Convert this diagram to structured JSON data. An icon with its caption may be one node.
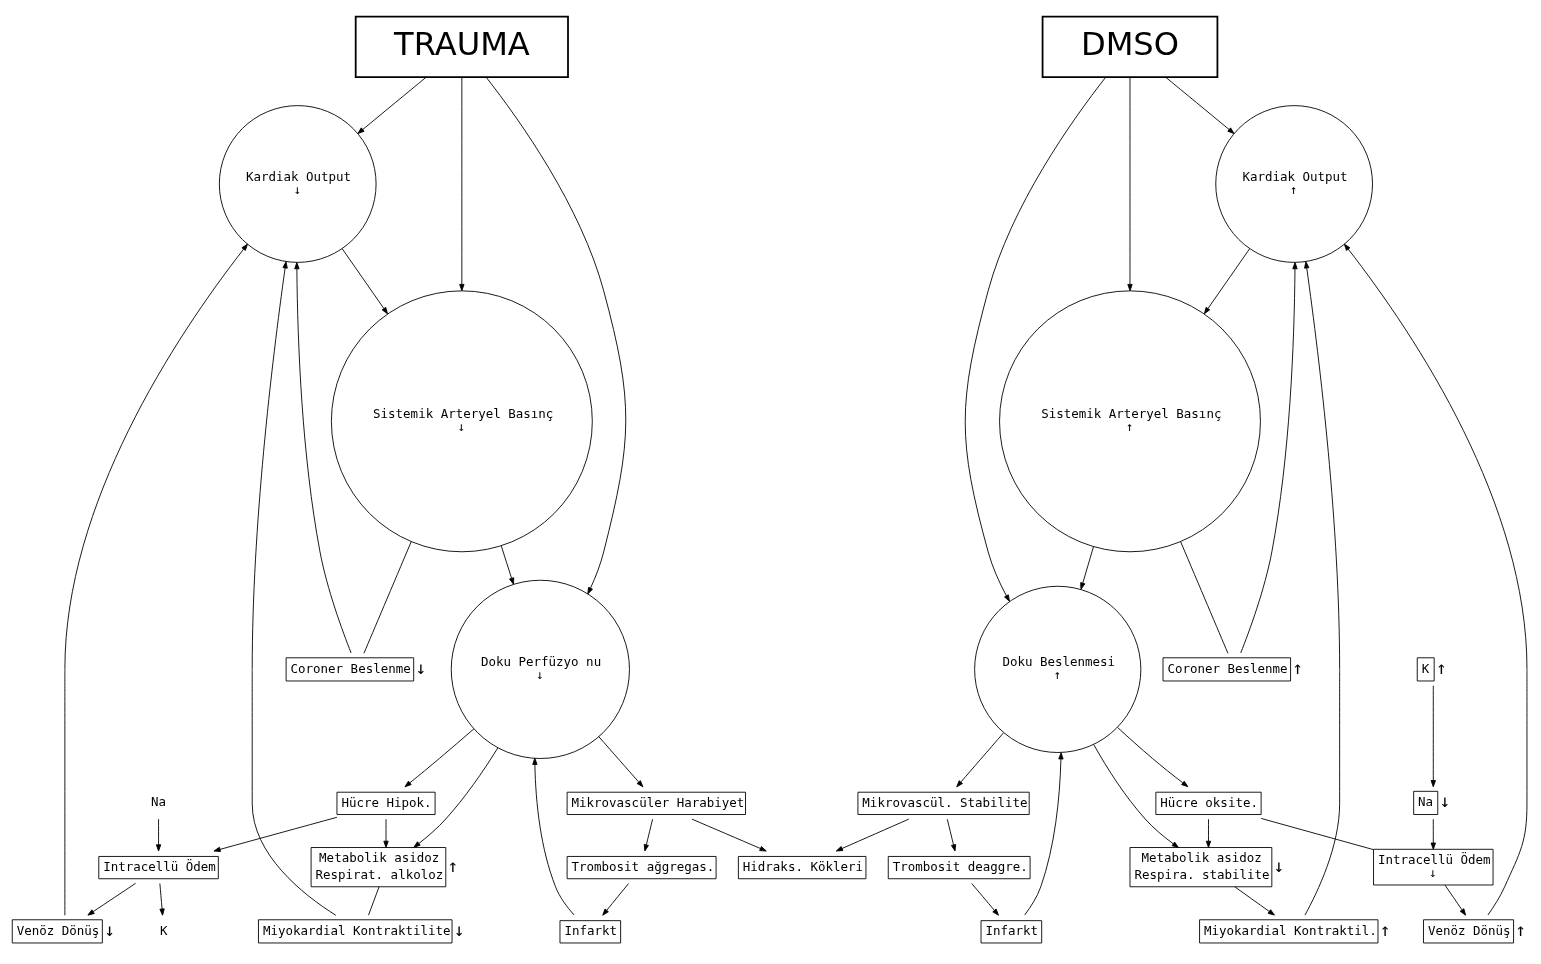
{
  "diagram": {
    "nodes": [
      {
        "text": [
          "TRAUMA"
        ]
      },
      {
        "text": [
          "DMSO"
        ]
      },
      {
        "text": [
          "Kardiak Output",
          "↓"
        ]
      },
      {
        "text": [
          "Venöz Dönüş"
        ],
        "beside": [
          "↓"
        ]
      },
      {
        "text": [
          "Miyokardial Kontraktilite"
        ],
        "beside": [
          "↓"
        ]
      },
      {
        "text": [
          "Coroner Beslenme"
        ],
        "beside": [
          "↓"
        ]
      },
      {
        "text": [
          "Sistemik Arteryel Basınç",
          "↓"
        ]
      },
      {
        "text": [
          "Intracellü Ödem"
        ]
      },
      {
        "text": [
          "K"
        ]
      },
      {
        "text": [
          "Na"
        ]
      },
      {
        "text": [
          "Hücre Hipok."
        ]
      },
      {
        "text": [
          "Metabolik asidoz",
          "Respirat. alkoloz"
        ],
        "beside": [
          "↑"
        ]
      },
      {
        "text": [
          "Doku Perfüzyo nu",
          "↓"
        ]
      },
      {
        "text": [
          "Mikrovascüler Harabiyet"
        ]
      },
      {
        "text": [
          "Hidraks. Kökleri"
        ]
      },
      {
        "text": [
          "Trombosit ağgregas."
        ]
      },
      {
        "text": [
          "Infarkt"
        ]
      },
      {
        "text": [
          "Kardiak Output",
          "↑"
        ]
      },
      {
        "text": [
          "Venöz Dönüş"
        ],
        "beside": [
          "↑"
        ]
      },
      {
        "text": [
          "Miyokardial Kontraktil."
        ],
        "beside": [
          "↑"
        ]
      },
      {
        "text": [
          "Coroner Beslenme"
        ],
        "beside": [
          "↑"
        ]
      },
      {
        "text": [
          "Sistemik Arteryel Basınç",
          "↑"
        ]
      },
      {
        "text": [
          "Intracellü Ödem",
          "↓"
        ]
      },
      {
        "text": [
          "Na"
        ],
        "beside": [
          "↓"
        ]
      },
      {
        "text": [
          "K"
        ],
        "beside": [
          "↑"
        ]
      },
      {
        "text": [
          "Hücre oksite."
        ]
      },
      {
        "text": [
          "Metabolik asidoz",
          "Respira. stabilite"
        ],
        "beside": [
          "↓"
        ]
      },
      {
        "text": [
          "Doku Beslenmesi",
          "↑"
        ]
      },
      {
        "text": [
          "Mikrovascül. Stabilite"
        ]
      },
      {
        "text": [
          "Trombosit deaggre."
        ]
      },
      {
        "text": [
          "Infarkt"
        ]
      }
    ],
    "edges": [
      {
        "from": 0,
        "to": 2,
        "arrow": "to"
      },
      {
        "from": 0,
        "to": 6,
        "arrow": "to"
      },
      {
        "from": 0,
        "to": 12,
        "arrow": "to"
      },
      {
        "from": 2,
        "to": 6,
        "arrow": "to"
      },
      {
        "from": 6,
        "to": 5,
        "arrow": "none"
      },
      {
        "from": 5,
        "to": 2,
        "arrow": "to"
      },
      {
        "from": 3,
        "to": 2,
        "arrow": "to"
      },
      {
        "from": 7,
        "to": 3,
        "arrow": "to"
      },
      {
        "from": 11,
        "to": 4,
        "arrow": "none"
      },
      {
        "from": 4,
        "to": 2,
        "arrow": "to"
      },
      {
        "from": 6,
        "to": 12,
        "arrow": "to"
      },
      {
        "from": 12,
        "to": 10,
        "arrow": "to"
      },
      {
        "from": 12,
        "to": 11,
        "arrow": "to"
      },
      {
        "from": 10,
        "to": 11,
        "arrow": "to"
      },
      {
        "from": 10,
        "to": 7,
        "arrow": "to"
      },
      {
        "from": 7,
        "to": 8,
        "arrow": "to"
      },
      {
        "from": 9,
        "to": 7,
        "arrow": "to"
      },
      {
        "from": 12,
        "to": 13,
        "arrow": "to"
      },
      {
        "from": 13,
        "to": 15,
        "arrow": "to"
      },
      {
        "from": 15,
        "to": 16,
        "arrow": "to"
      },
      {
        "from": 16,
        "to": 12,
        "arrow": "to"
      },
      {
        "from": 13,
        "to": 14,
        "arrow": "to"
      },
      {
        "from": 28,
        "to": 14,
        "arrow": "to"
      },
      {
        "from": 1,
        "to": 17,
        "arrow": "to"
      },
      {
        "from": 1,
        "to": 21,
        "arrow": "to"
      },
      {
        "from": 1,
        "to": 27,
        "arrow": "to"
      },
      {
        "from": 17,
        "to": 21,
        "arrow": "to"
      },
      {
        "from": 21,
        "to": 20,
        "arrow": "none"
      },
      {
        "from": 20,
        "to": 17,
        "arrow": "to"
      },
      {
        "from": 18,
        "to": 17,
        "arrow": "to"
      },
      {
        "from": 22,
        "to": 18,
        "arrow": "to"
      },
      {
        "from": 26,
        "to": 19,
        "arrow": "to"
      },
      {
        "from": 19,
        "to": 17,
        "arrow": "to"
      },
      {
        "from": 21,
        "to": 27,
        "arrow": "to"
      },
      {
        "from": 27,
        "to": 28,
        "arrow": "to"
      },
      {
        "from": 28,
        "to": 29,
        "arrow": "to"
      },
      {
        "from": 29,
        "to": 30,
        "arrow": "to"
      },
      {
        "from": 30,
        "to": 27,
        "arrow": "to"
      },
      {
        "from": 27,
        "to": 25,
        "arrow": "to"
      },
      {
        "from": 27,
        "to": 26,
        "arrow": "to"
      },
      {
        "from": 25,
        "to": 26,
        "arrow": "to"
      },
      {
        "from": 23,
        "to": 22,
        "arrow": "to"
      },
      {
        "from": 24,
        "to": 23,
        "arrow": "to"
      },
      {
        "from": 25,
        "to": 22,
        "arrow": "none"
      }
    ]
  }
}
